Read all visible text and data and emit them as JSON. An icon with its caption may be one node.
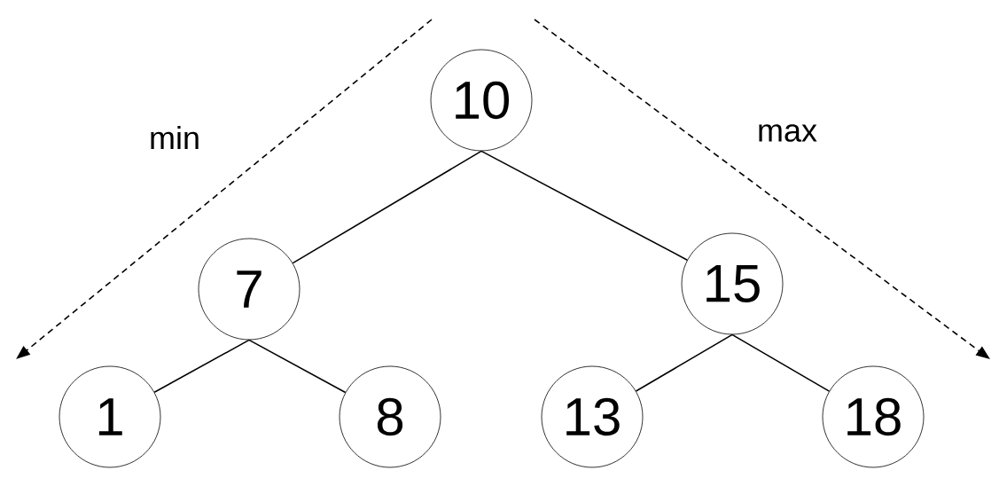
{
  "diagram": {
    "nodes": [
      {
        "text": [
          "10"
        ]
      },
      {
        "text": [
          "7"
        ]
      },
      {
        "text": [
          "15"
        ]
      },
      {
        "text": [
          "1"
        ]
      },
      {
        "text": [
          "8"
        ]
      },
      {
        "text": [
          "13"
        ]
      },
      {
        "text": [
          "18"
        ]
      }
    ],
    "edges": [
      {
        "from": 0,
        "to": 1,
        "arrow": "none"
      },
      {
        "from": 0,
        "to": 2,
        "arrow": "none"
      },
      {
        "from": 1,
        "to": 3,
        "arrow": "none"
      },
      {
        "from": 1,
        "to": 4,
        "arrow": "none"
      },
      {
        "from": 2,
        "to": 5,
        "arrow": "none"
      },
      {
        "from": 2,
        "to": 6,
        "arrow": "none"
      }
    ],
    "labels": [
      "min",
      "max"
    ]
  }
}
